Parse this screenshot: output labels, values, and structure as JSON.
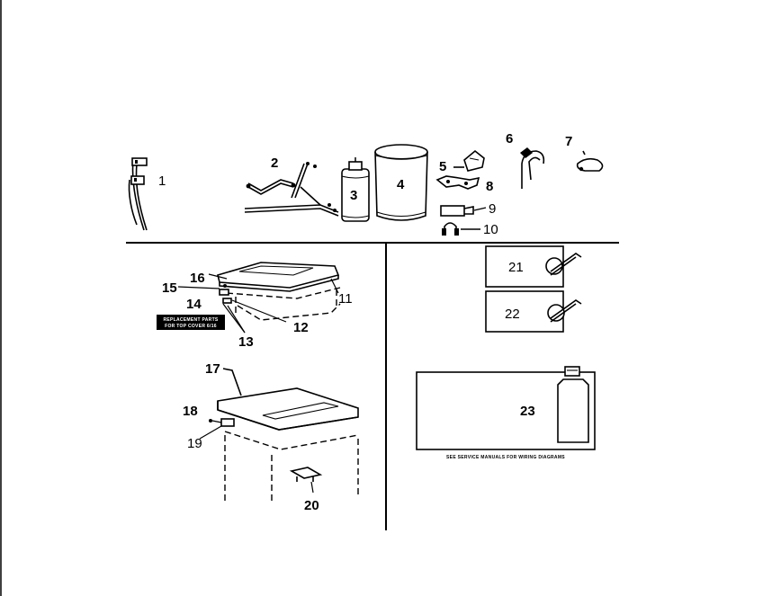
{
  "diagram": {
    "part_numbers": {
      "p1": "1",
      "p2": "2",
      "p3": "3",
      "p4": "4",
      "p5": "5",
      "p6": "6",
      "p7": "7",
      "p8": "8",
      "p9": "9",
      "p10": "10",
      "p11": "11",
      "p12": "12",
      "p13": "13",
      "p14": "14",
      "p15": "15",
      "p16": "16",
      "p17": "17",
      "p18": "18",
      "p19": "19",
      "p20": "20",
      "p21": "21",
      "p22": "22",
      "p23": "23"
    },
    "notes": {
      "replacement_line1": "REPLACEMENT PARTS",
      "replacement_line2": "FOR TOP COVER 6/16",
      "wiring": "SEE SERVICE MANUALS FOR WIRING DIAGRAMS"
    }
  }
}
